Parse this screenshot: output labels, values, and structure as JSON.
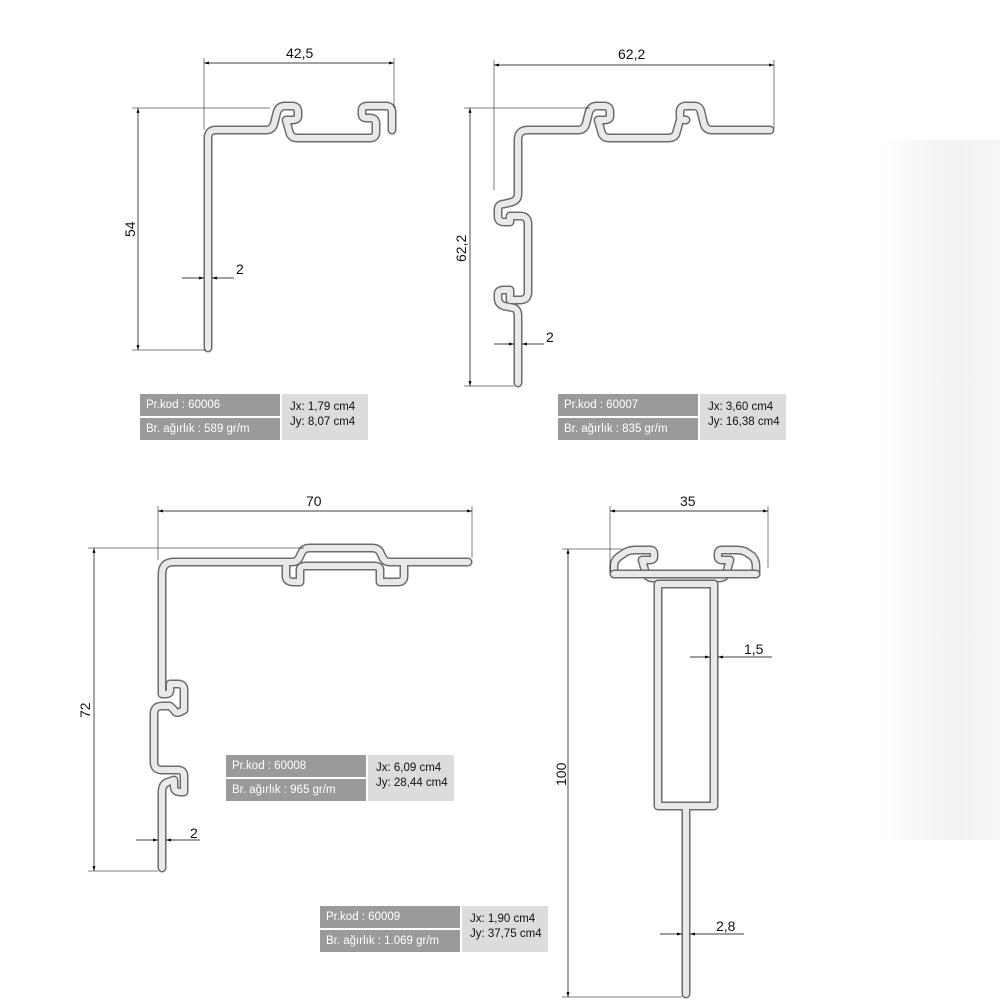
{
  "profiles": [
    {
      "id": "p1",
      "dims": {
        "width": "42,5",
        "height": "54",
        "thickness": "2"
      },
      "info": {
        "code": "Pr.kod : 60006",
        "weight": "Br. ağırlık : 589 gr/m",
        "jx": "Jx: 1,79 cm4",
        "jy": "Jy: 8,07 cm4"
      }
    },
    {
      "id": "p2",
      "dims": {
        "width": "62,2",
        "height": "62,2",
        "thickness": "2"
      },
      "info": {
        "code": "Pr.kod : 60007",
        "weight": "Br. ağırlık : 835 gr/m",
        "jx": "Jx: 3,60 cm4",
        "jy": "Jy: 16,38 cm4"
      }
    },
    {
      "id": "p3",
      "dims": {
        "width": "70",
        "height": "72",
        "thickness": "2"
      },
      "info": {
        "code": "Pr.kod : 60008",
        "weight": "Br. ağırlık : 965 gr/m",
        "jx": "Jx: 6,09 cm4",
        "jy": "Jy: 28,44 cm4"
      }
    },
    {
      "id": "p4",
      "dims": {
        "width": "35",
        "height": "100",
        "wall": "1,5",
        "thickness": "2,8"
      },
      "info": {
        "code": "Pr.kod : 60009",
        "weight": "Br. ağırlık : 1.069 gr/m",
        "jx": "Jx: 1,90 cm4",
        "jy": "Jy: 37,75 cm4"
      }
    }
  ]
}
